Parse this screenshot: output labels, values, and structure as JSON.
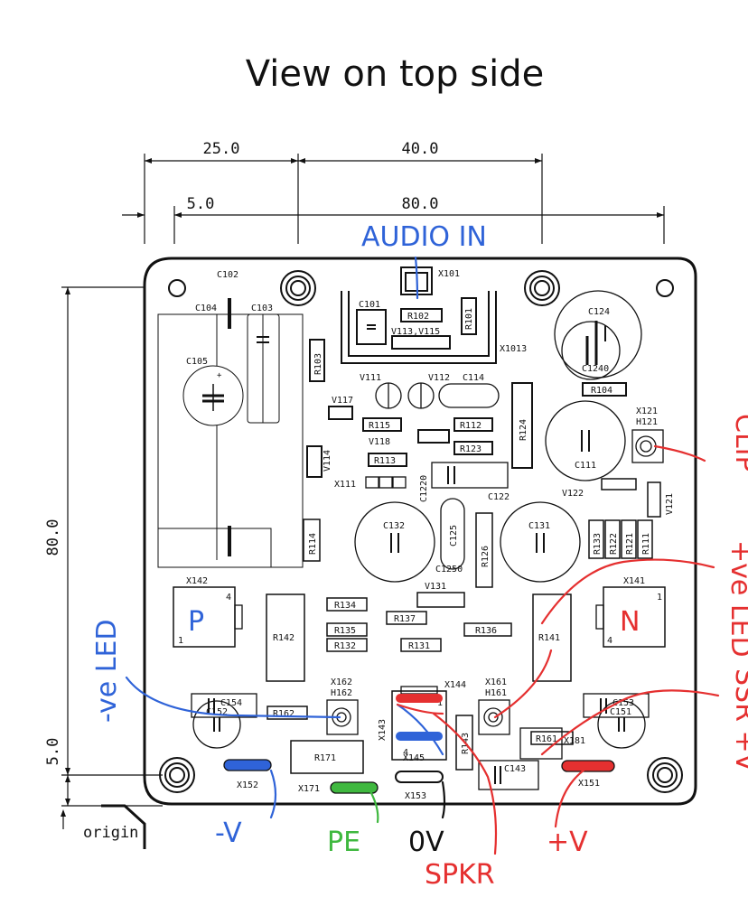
{
  "title": "View on top side",
  "dimensions": {
    "top_25": "25.0",
    "top_40": "40.0",
    "top_5": "5.0",
    "top_80": "80.0",
    "left_80": "80.0",
    "left_5": "5.0",
    "origin": "origin"
  },
  "components": {
    "C102": "C102",
    "C104": "C104",
    "C103": "C103",
    "C105": "C105",
    "C101": "C101",
    "X101": "X101",
    "R102": "R102",
    "R101": "R101",
    "V113V115": "V113,V115",
    "X1013": "X1013",
    "R103": "R103",
    "V111": "V111",
    "V112": "V112",
    "C114": "C114",
    "C124": "C124",
    "C1240": "C1240",
    "R104": "R104",
    "V117": "V117",
    "R115": "R115",
    "R112": "R112",
    "R124": "R124",
    "X121": "X121",
    "H121": "H121",
    "V118": "V118",
    "R123": "R123",
    "C111": "C111",
    "V114": "V114",
    "R113": "R113",
    "X111": "X111",
    "C1220": "C1220",
    "C122": "C122",
    "V122": "V122",
    "V121": "V121",
    "C132": "C132",
    "C125": "C125",
    "C131": "C131",
    "R133": "R133",
    "R122": "R122",
    "R121": "R121",
    "R111": "R111",
    "R114": "R114",
    "R126": "R126",
    "C1250": "C1250",
    "X142": "X142",
    "X141": "X141",
    "V131": "V131",
    "R134": "R134",
    "R137": "R137",
    "R142": "R142",
    "R135": "R135",
    "R136": "R136",
    "R141": "R141",
    "R132": "R132",
    "R131": "R131",
    "X144": "X144",
    "C154": "C154",
    "C153": "C153",
    "X162": "X162",
    "H162": "H162",
    "X161": "X161",
    "H161": "H161",
    "C152": "C152",
    "R162": "R162",
    "X143": "X143",
    "R143": "R143",
    "R161": "R161",
    "C151": "C151",
    "X145": "X145",
    "X181": "X181",
    "R171": "R171",
    "C143": "C143",
    "X152": "X152",
    "X171": "X171",
    "X153": "X153",
    "X151": "X151"
  },
  "pins": {
    "p4a": "4",
    "p1a": "1",
    "p4b": "4",
    "p1b": "1",
    "p1c": "1",
    "p4c": "4"
  },
  "connector_letters": {
    "P": "P",
    "N": "N"
  },
  "annotations": {
    "audio_in": "AUDIO IN",
    "clip": "CLIP",
    "neg_led": "-ve LED",
    "pos_led": "+ve LED",
    "ssr": "SSR +V",
    "minus_v": "-V",
    "pe": "PE",
    "zero_v": "0V",
    "spkr": "SPKR",
    "plus_v": "+V"
  },
  "colors": {
    "blue": "#2f63d8",
    "red": "#e53030",
    "green": "#3fb83f",
    "black": "#111111"
  }
}
